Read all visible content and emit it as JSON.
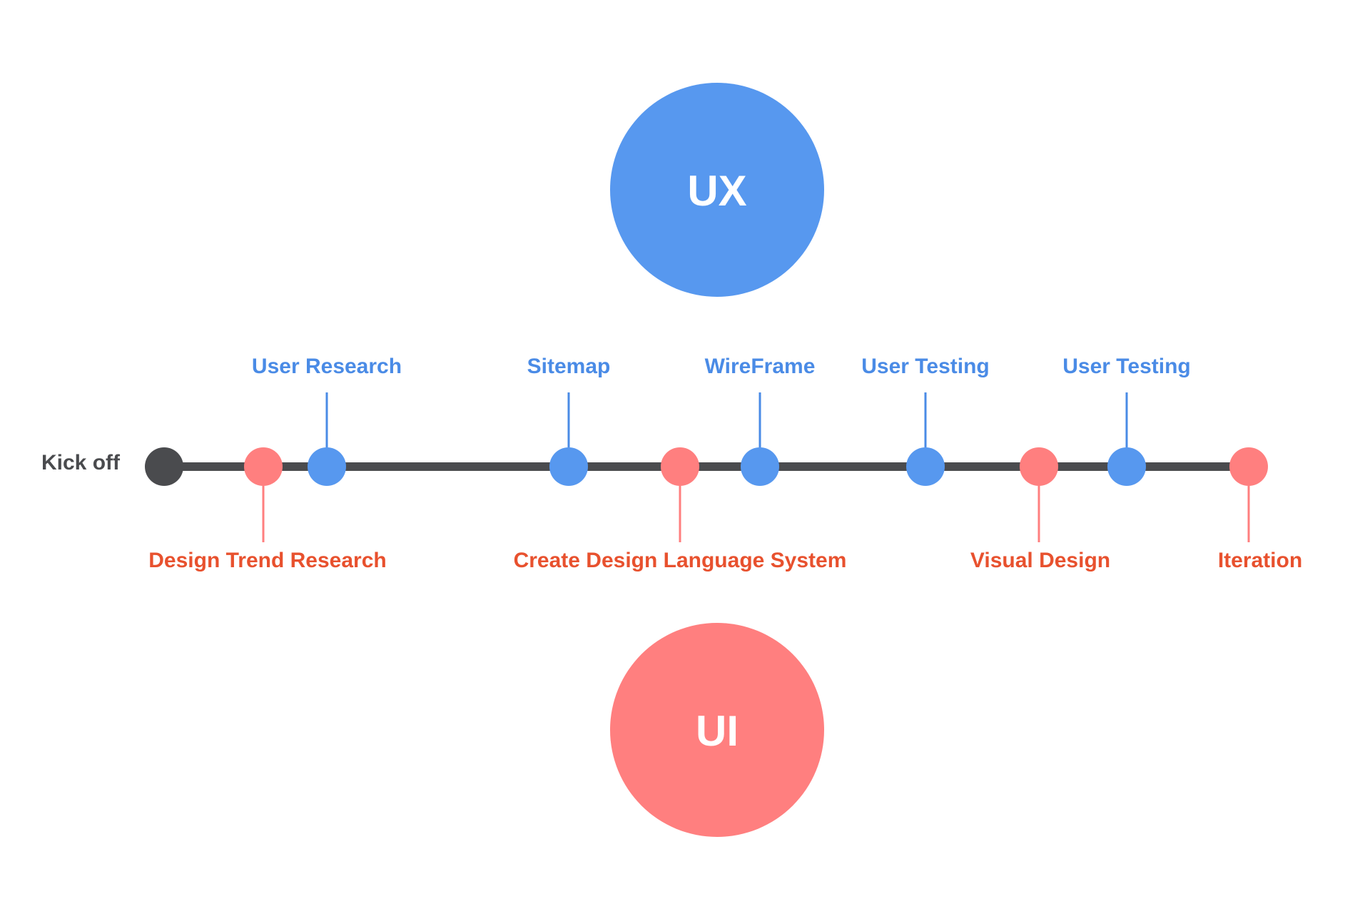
{
  "colors": {
    "ux": "#5798EF",
    "ui": "#FF7F7F",
    "ux_text": "#4A8BE6",
    "ui_text": "#E8512E",
    "track": "#4A4B4E",
    "kickoff": "#4A4B4E",
    "background": "#FFFFFF"
  },
  "ux_circle": {
    "label": "UX"
  },
  "ui_circle": {
    "label": "UI"
  },
  "timeline": {
    "start_label": "Kick off",
    "ux_steps": [
      {
        "label": "User Research"
      },
      {
        "label": "Sitemap"
      },
      {
        "label": "WireFrame"
      },
      {
        "label": "User Testing"
      },
      {
        "label": "User Testing"
      }
    ],
    "ui_steps": [
      {
        "label": "Design Trend Research"
      },
      {
        "label": "Create Design Language System"
      },
      {
        "label": "Visual Design"
      },
      {
        "label": "Iteration"
      }
    ]
  }
}
